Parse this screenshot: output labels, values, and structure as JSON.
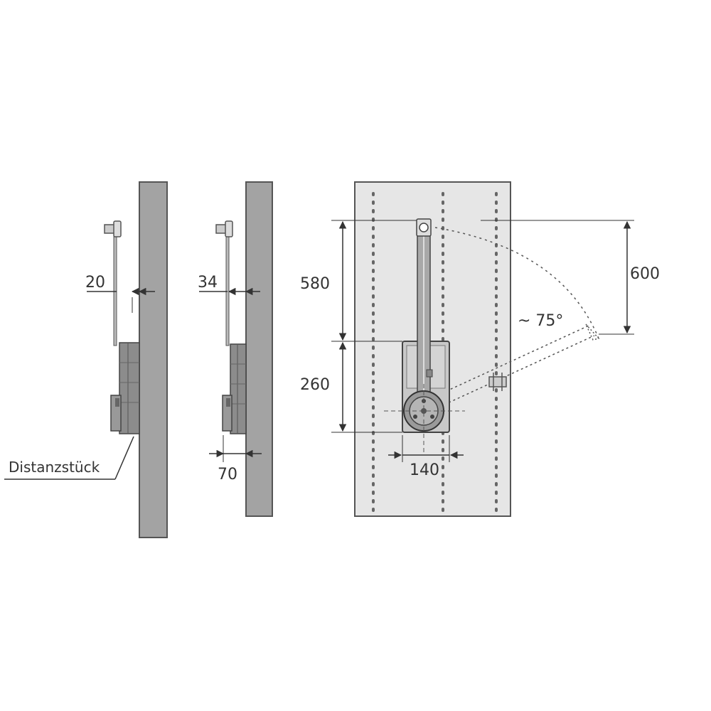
{
  "labels": {
    "dim_20": "20",
    "dim_34": "34",
    "dim_70": "70",
    "spacer": "Distanzstück",
    "dim_580": "580",
    "dim_260": "260",
    "dim_140": "140",
    "dim_600": "600",
    "angle": "~ 75°"
  },
  "colors": {
    "wall": "#a3a3a3",
    "panel": "#e6e6e6",
    "line": "#333333",
    "part": "#8c8c8c"
  }
}
